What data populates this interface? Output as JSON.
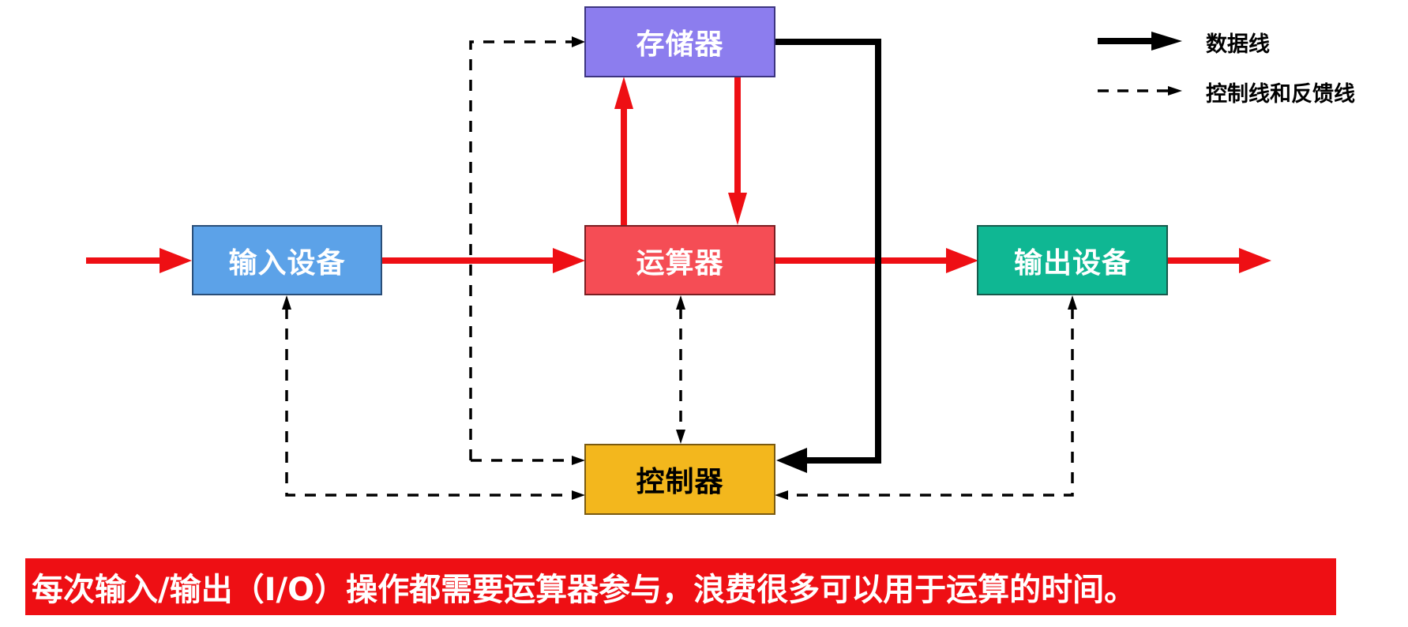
{
  "diagram": {
    "title": "Von Neumann computer architecture",
    "nodes": {
      "memory": {
        "label": "存储器",
        "fill": "#8C7DEE",
        "border": "#3C3480",
        "text_color": "#FFFFFF"
      },
      "input": {
        "label": "输入设备",
        "fill": "#5CA2E8",
        "border": "#2A4E78",
        "text_color": "#FFFFFF"
      },
      "alu": {
        "label": "运算器",
        "fill": "#F54D55",
        "border": "#7A1E22",
        "text_color": "#FFFFFF"
      },
      "output": {
        "label": "输出设备",
        "fill": "#0FB793",
        "border": "#175A4C",
        "text_color": "#FFFFFF"
      },
      "controller": {
        "label": "控制器",
        "fill": "#F3B71D",
        "border": "#7A5A10",
        "text_color": "#000000"
      }
    },
    "edges": [
      {
        "from": "external",
        "to": "input",
        "type": "data-flow",
        "color": "#EE0F14"
      },
      {
        "from": "input",
        "to": "alu",
        "type": "data-flow",
        "color": "#EE0F14"
      },
      {
        "from": "alu",
        "to": "memory",
        "type": "data-flow",
        "color": "#EE0F14"
      },
      {
        "from": "memory",
        "to": "alu",
        "type": "data-flow",
        "color": "#EE0F14"
      },
      {
        "from": "alu",
        "to": "output",
        "type": "data-flow",
        "color": "#EE0F14"
      },
      {
        "from": "output",
        "to": "external",
        "type": "data-flow",
        "color": "#EE0F14"
      },
      {
        "from": "memory",
        "to": "controller",
        "type": "data-line",
        "color": "#000000"
      },
      {
        "from": "controller",
        "to": "memory",
        "type": "control-line",
        "color": "#000000"
      },
      {
        "from": "controller",
        "to": "input",
        "type": "control-line",
        "color": "#000000"
      },
      {
        "from": "controller",
        "to": "alu",
        "type": "control-line",
        "color": "#000000"
      },
      {
        "from": "alu",
        "to": "controller",
        "type": "feedback-line",
        "color": "#000000"
      },
      {
        "from": "controller",
        "to": "output",
        "type": "control-line",
        "color": "#000000"
      },
      {
        "from": "input",
        "to": "controller",
        "type": "feedback-line",
        "color": "#000000"
      },
      {
        "from": "output",
        "to": "controller",
        "type": "feedback-line",
        "color": "#000000"
      }
    ]
  },
  "legend": {
    "items": [
      {
        "label": "数据线",
        "style": "solid-arrow"
      },
      {
        "label": "控制线和反馈线",
        "style": "dashed-arrow"
      }
    ]
  },
  "banner": {
    "text": "每次输入/输出（I/O）操作都需要运算器参与，浪费很多可以用于运算的时间。",
    "background": "#EE0F14",
    "text_color": "#FFFFFF"
  }
}
